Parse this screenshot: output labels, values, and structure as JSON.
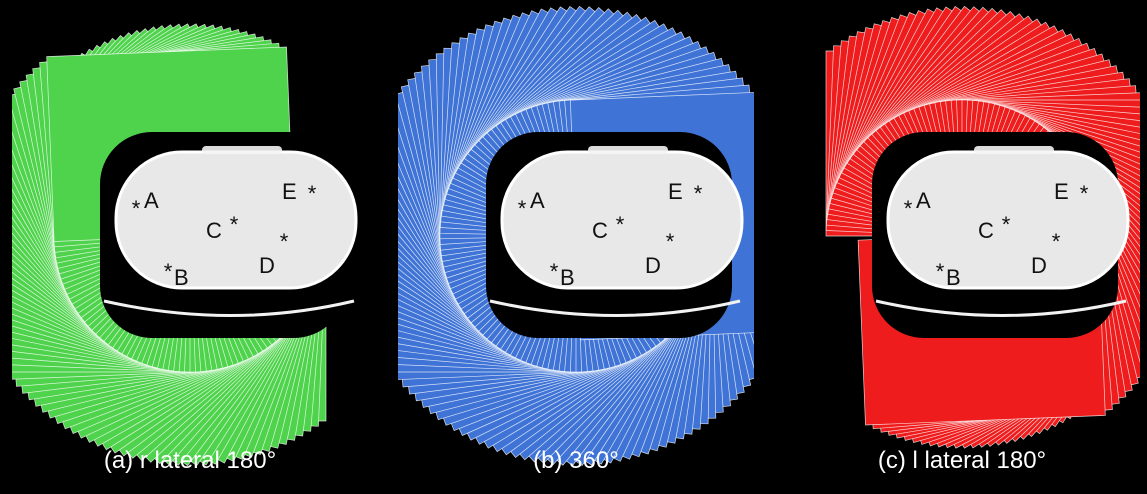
{
  "figure": {
    "background": "#000000",
    "phantom_color": "#e8e8e8",
    "panels": [
      {
        "id": "a",
        "caption": "(a) r lateral 180°",
        "beam_color": "#4fd34c",
        "beam_span": "right lateral 180°",
        "points": [
          {
            "label": "A"
          },
          {
            "label": "B"
          },
          {
            "label": "C"
          },
          {
            "label": "D"
          },
          {
            "label": "E"
          }
        ]
      },
      {
        "id": "b",
        "caption": "(b) 360°",
        "beam_color": "#3f74d6",
        "beam_span": "360°",
        "points": [
          {
            "label": "A"
          },
          {
            "label": "B"
          },
          {
            "label": "C"
          },
          {
            "label": "D"
          },
          {
            "label": "E"
          }
        ]
      },
      {
        "id": "c",
        "caption": "(c) l lateral 180°",
        "beam_color": "#ee1c1c",
        "beam_span": "left lateral 180°",
        "points": [
          {
            "label": "A"
          },
          {
            "label": "B"
          },
          {
            "label": "C"
          },
          {
            "label": "D"
          },
          {
            "label": "E"
          }
        ]
      }
    ]
  }
}
